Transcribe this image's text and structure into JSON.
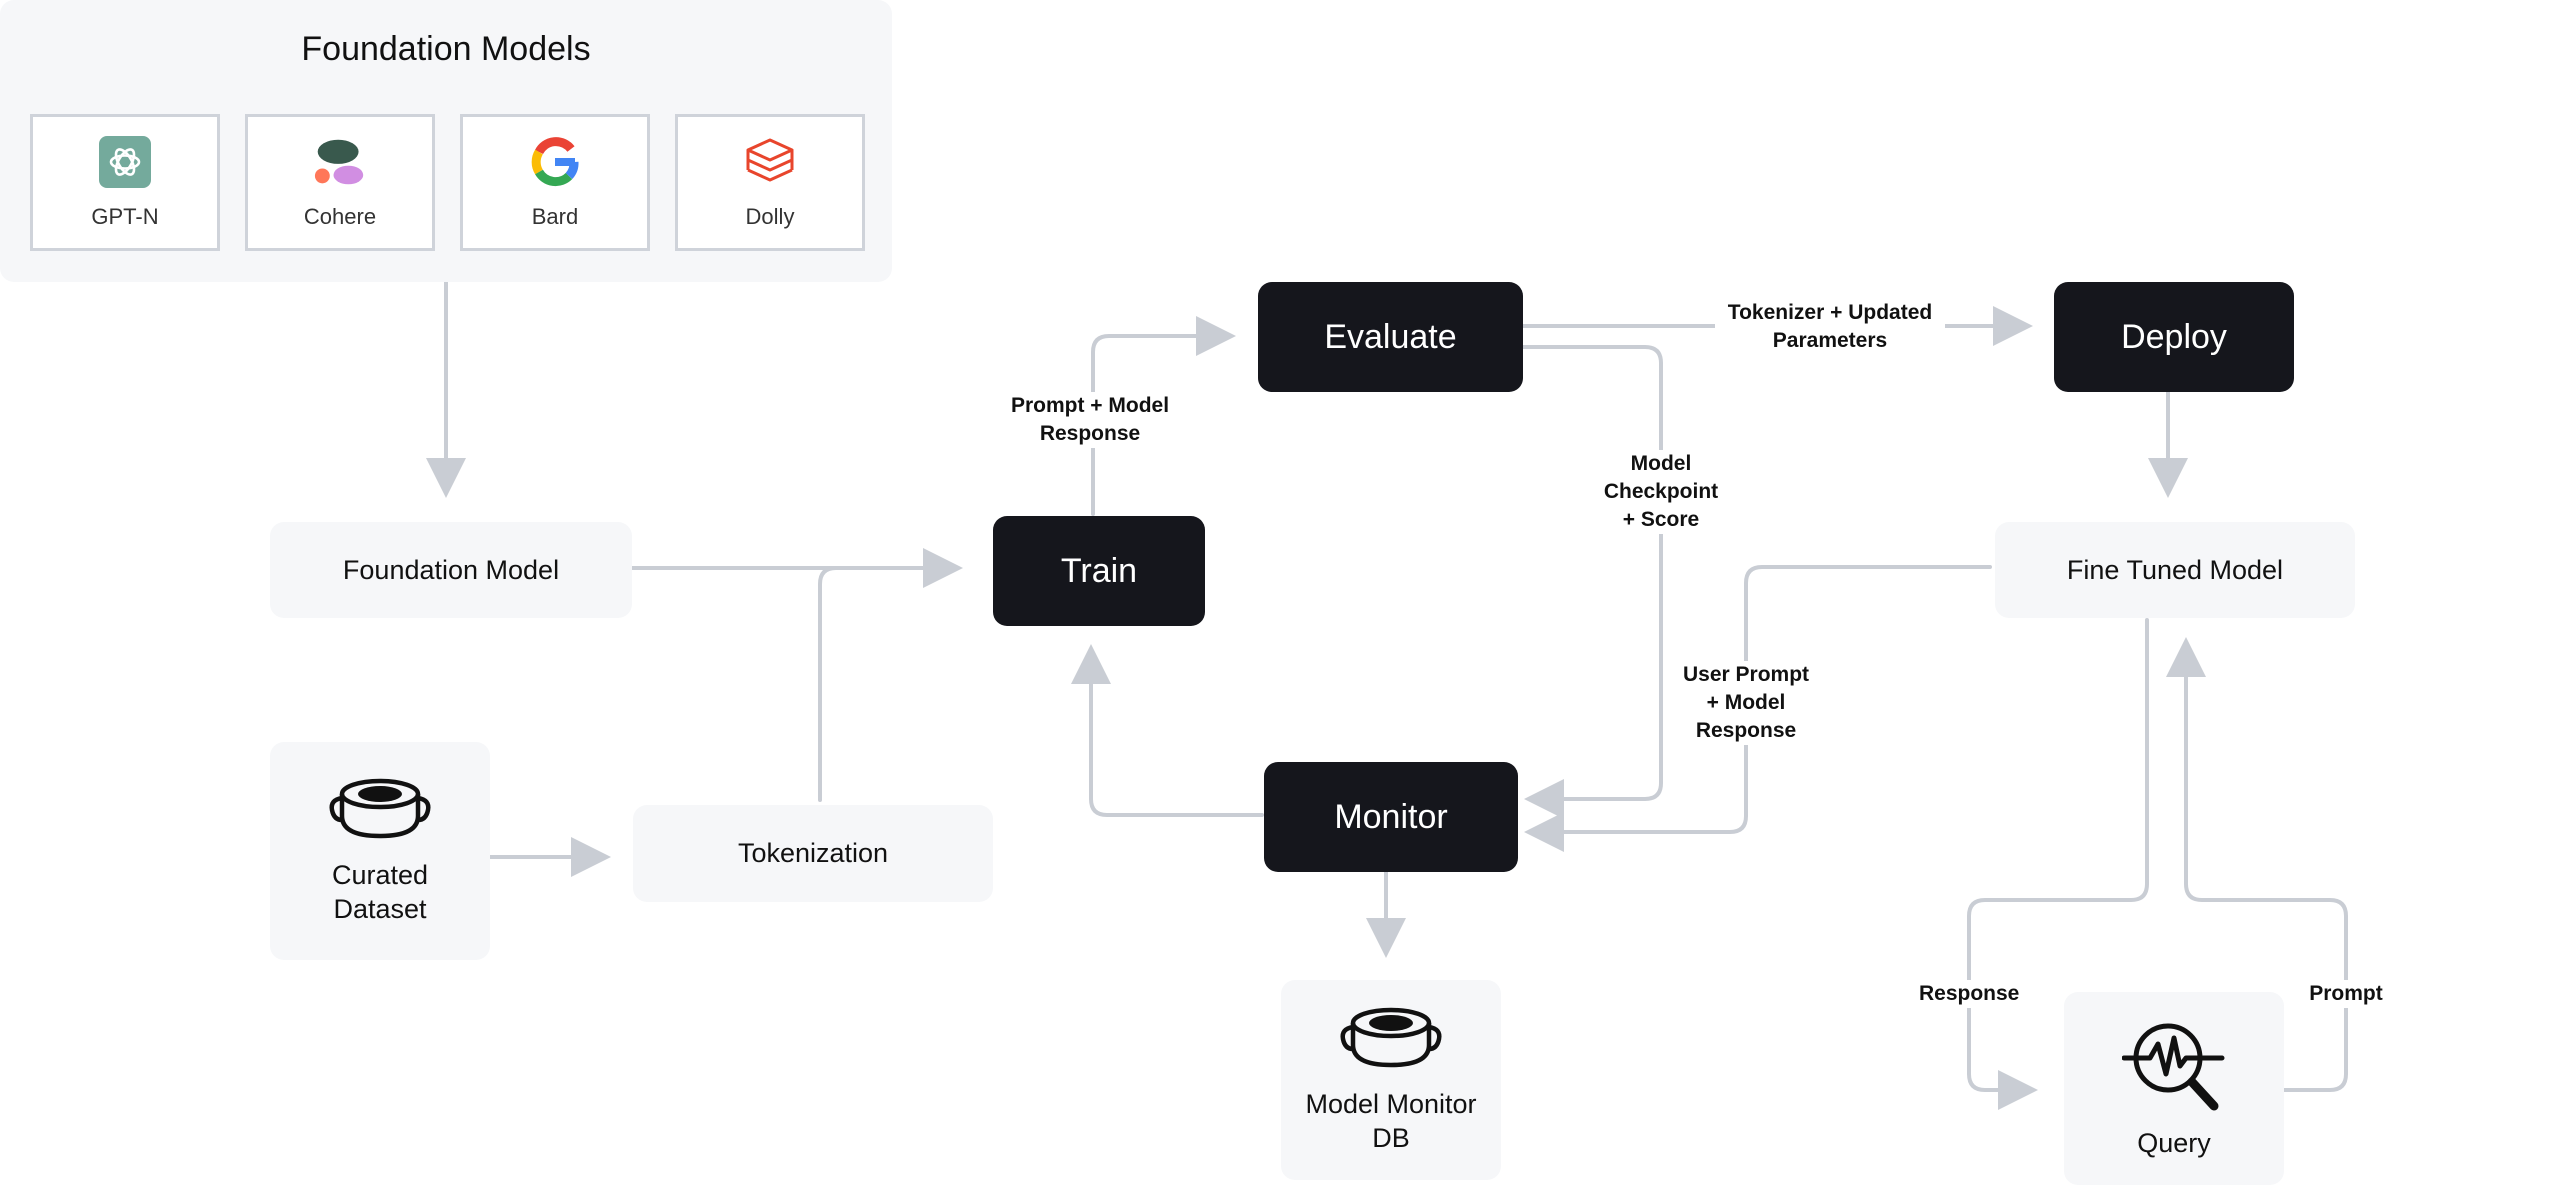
{
  "foundation_models": {
    "title": "Foundation Models",
    "providers": [
      {
        "label": "GPT-N",
        "icon": "openai-logo-icon"
      },
      {
        "label": "Cohere",
        "icon": "cohere-logo-icon"
      },
      {
        "label": "Bard",
        "icon": "google-logo-icon"
      },
      {
        "label": "Dolly",
        "icon": "databricks-logo-icon"
      }
    ]
  },
  "nodes": {
    "foundation_model": "Foundation Model",
    "curated_dataset": "Curated\nDataset",
    "tokenization": "Tokenization",
    "train": "Train",
    "evaluate": "Evaluate",
    "deploy": "Deploy",
    "fine_tuned_model": "Fine Tuned Model",
    "monitor": "Monitor",
    "model_monitor_db": "Model Monitor\nDB",
    "query": "Query"
  },
  "edge_labels": {
    "prompt_model_response": "Prompt + Model\nResponse",
    "tokenizer_updated_parameters": "Tokenizer + Updated\nParameters",
    "model_checkpoint_score": "Model\nCheckpoint\n+ Score",
    "user_prompt_model_response": "User Prompt\n+ Model\nResponse",
    "response": "Response",
    "prompt": "Prompt"
  },
  "colors": {
    "dark_node": "#15161c",
    "soft_panel": "#f6f7f9",
    "connector": "#c9cdd4",
    "card_border": "#cfd3da"
  }
}
